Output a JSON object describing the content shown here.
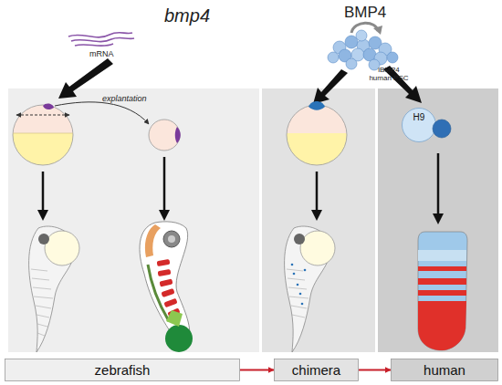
{
  "diagram": {
    "nodes": [
      {
        "text": [
          "H9"
        ]
      },
      {
        "text": [
          "zebrafish"
        ]
      },
      {
        "text": [
          "chimera"
        ]
      },
      {
        "text": [
          "human"
        ]
      }
    ],
    "edges": [
      {
        "from": 1,
        "to": 2,
        "arrow": "to"
      },
      {
        "from": 2,
        "to": 3,
        "arrow": "to"
      }
    ],
    "labels": [
      "bmp4",
      "mRNA",
      "explantation",
      "BMP4",
      "iBMP4 human PSC"
    ]
  }
}
